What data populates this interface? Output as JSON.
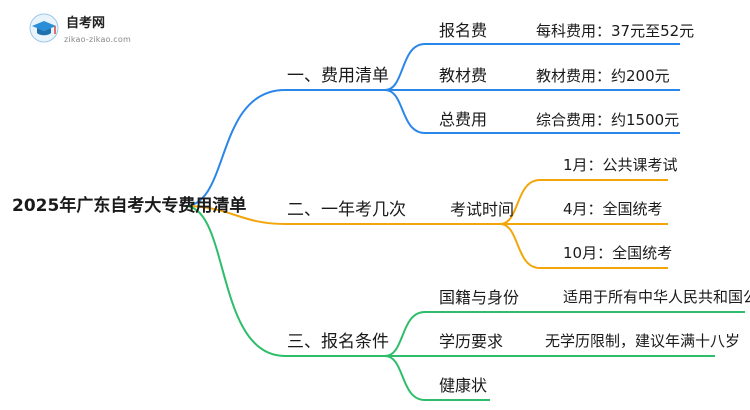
{
  "logo": {
    "name": "自考网",
    "url": "zikao-zikao.com",
    "icon": "graduation-cap-icon",
    "color": "#2a8fd6"
  },
  "root": "2025年广东自考大专费用清单",
  "colors": {
    "blue": "#2b86ea",
    "orange": "#f2a60c",
    "green": "#2ebd6b"
  },
  "branches": [
    {
      "label": "一、费用清单",
      "children": [
        {
          "label": "报名费",
          "detail": "每科费用：37元至52元"
        },
        {
          "label": "教材费",
          "detail": "教材费用：约200元"
        },
        {
          "label": "总费用",
          "detail": "综合费用：约1500元"
        }
      ]
    },
    {
      "label": "二、一年考几次",
      "children": [
        {
          "label": "考试时间",
          "details": [
            "1月：公共课考试",
            "4月：全国统考",
            "10月：全国统考"
          ]
        }
      ]
    },
    {
      "label": "三、报名条件",
      "children": [
        {
          "label": "国籍与身份",
          "detail": "适用于所有中华人民共和国公民"
        },
        {
          "label": "学历要求",
          "detail": "无学历限制，建议年满十八岁"
        },
        {
          "label": "健康状",
          "detail": ""
        }
      ]
    }
  ]
}
